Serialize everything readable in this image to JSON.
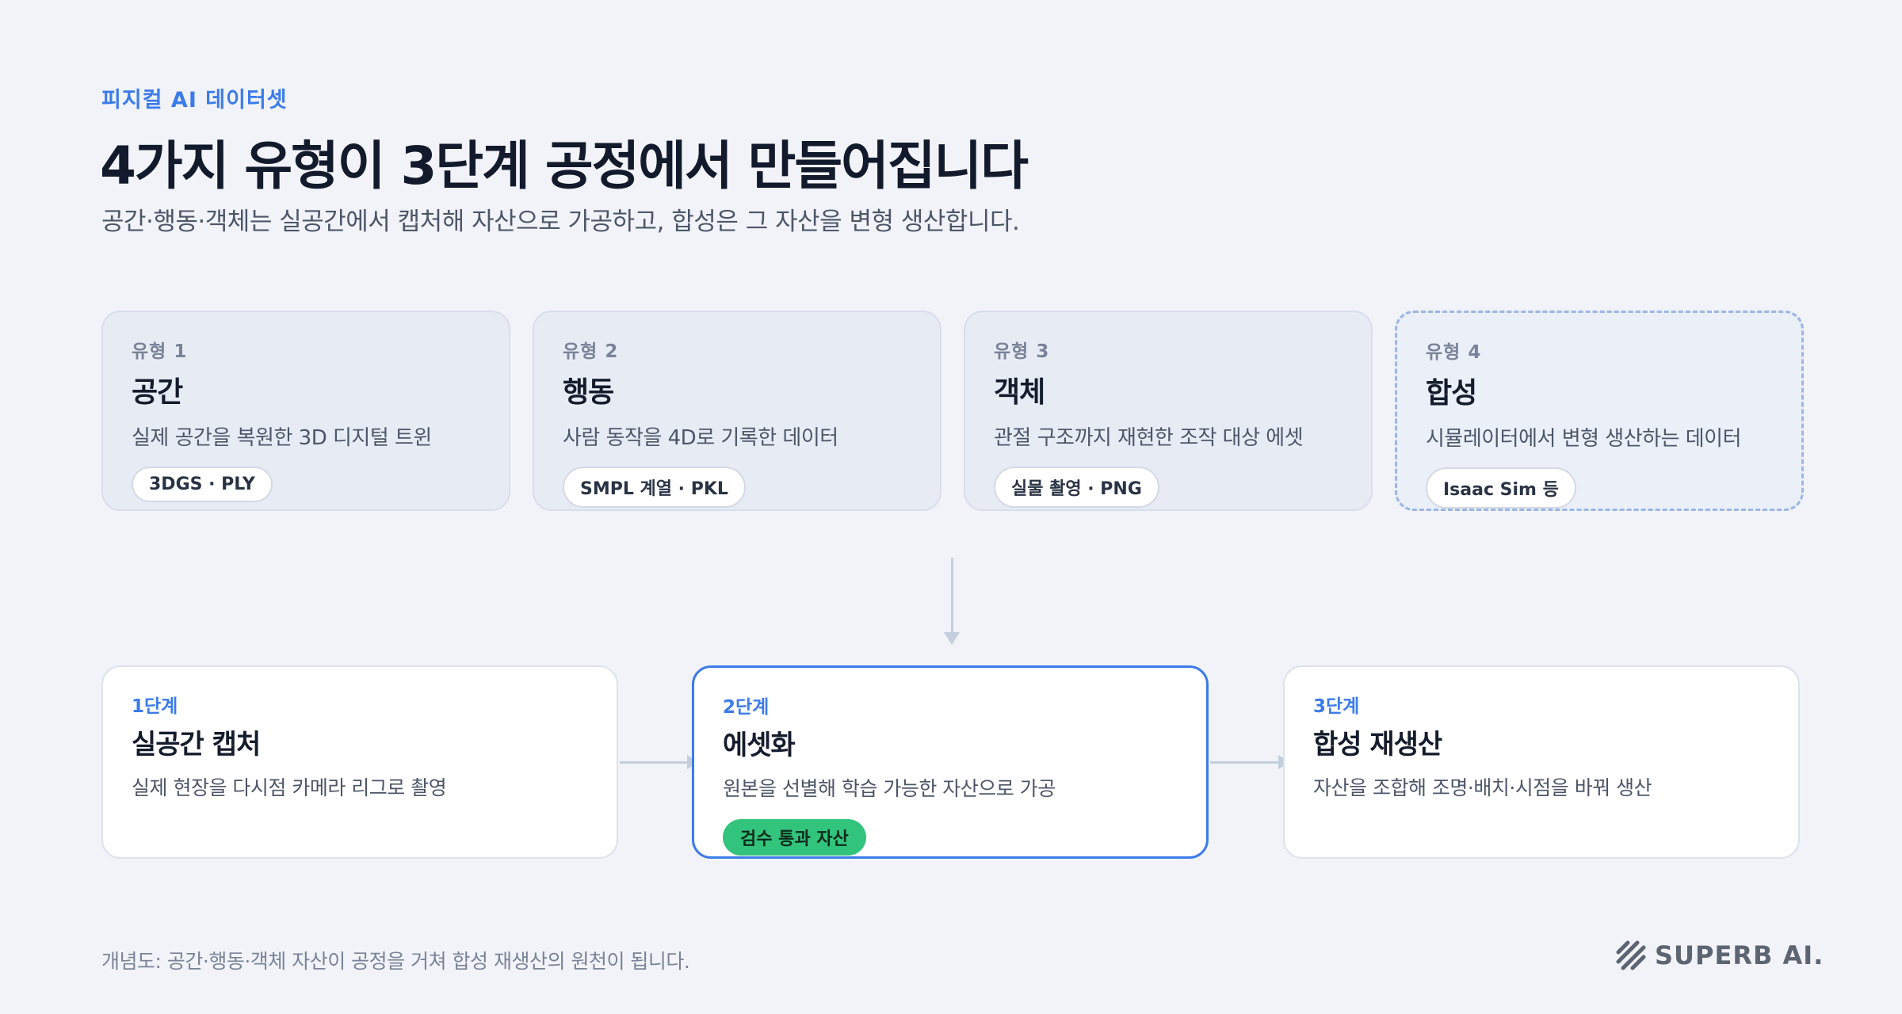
{
  "header": {
    "eyebrow": "피지컬 AI 데이터셋",
    "title": "4가지 유형이 3단계 공정에서 만들어집니다",
    "subtitle": "공간·행동·객체는 실공간에서 캡처해 자산으로 가공하고, 합성은 그 자산을 변형 생산합니다."
  },
  "types": [
    {
      "num": "유형 1",
      "name": "공간",
      "desc": "실제 공간을 복원한 3D 디지털 트윈",
      "format": "3DGS · PLY"
    },
    {
      "num": "유형 2",
      "name": "행동",
      "desc": "사람 동작을 4D로 기록한 데이터",
      "format": "SMPL 계열 · PKL"
    },
    {
      "num": "유형 3",
      "name": "객체",
      "desc": "관절 구조까지 재현한 조작 대상 에셋",
      "format": "실물 촬영 · PNG"
    },
    {
      "num": "유형 4",
      "name": "합성",
      "desc": "시뮬레이터에서 변형 생산하는 데이터",
      "format": "Isaac Sim 등"
    }
  ],
  "stages": [
    {
      "step": "1단계",
      "name": "실공간 캡처",
      "desc": "실제 현장을 다시점 카메라 리그로 촬영"
    },
    {
      "step": "2단계",
      "name": "에셋화",
      "desc": "원본을 선별해 학습 가능한 자산으로 가공",
      "badge": "검수 통과 자산"
    },
    {
      "step": "3단계",
      "name": "합성 재생산",
      "desc": "자산을 조합해 조명·배치·시점을 바꿔 생산"
    }
  ],
  "footer": {
    "note": "개념도: 공간·행동·객체 자산이 공정을 거쳐 합성 재생산의 원천이 됩니다.",
    "brand": "SUPERB AI."
  },
  "colors": {
    "accent": "#3b7bea",
    "badge_green": "#32c47c",
    "background": "#f1f3f8"
  }
}
